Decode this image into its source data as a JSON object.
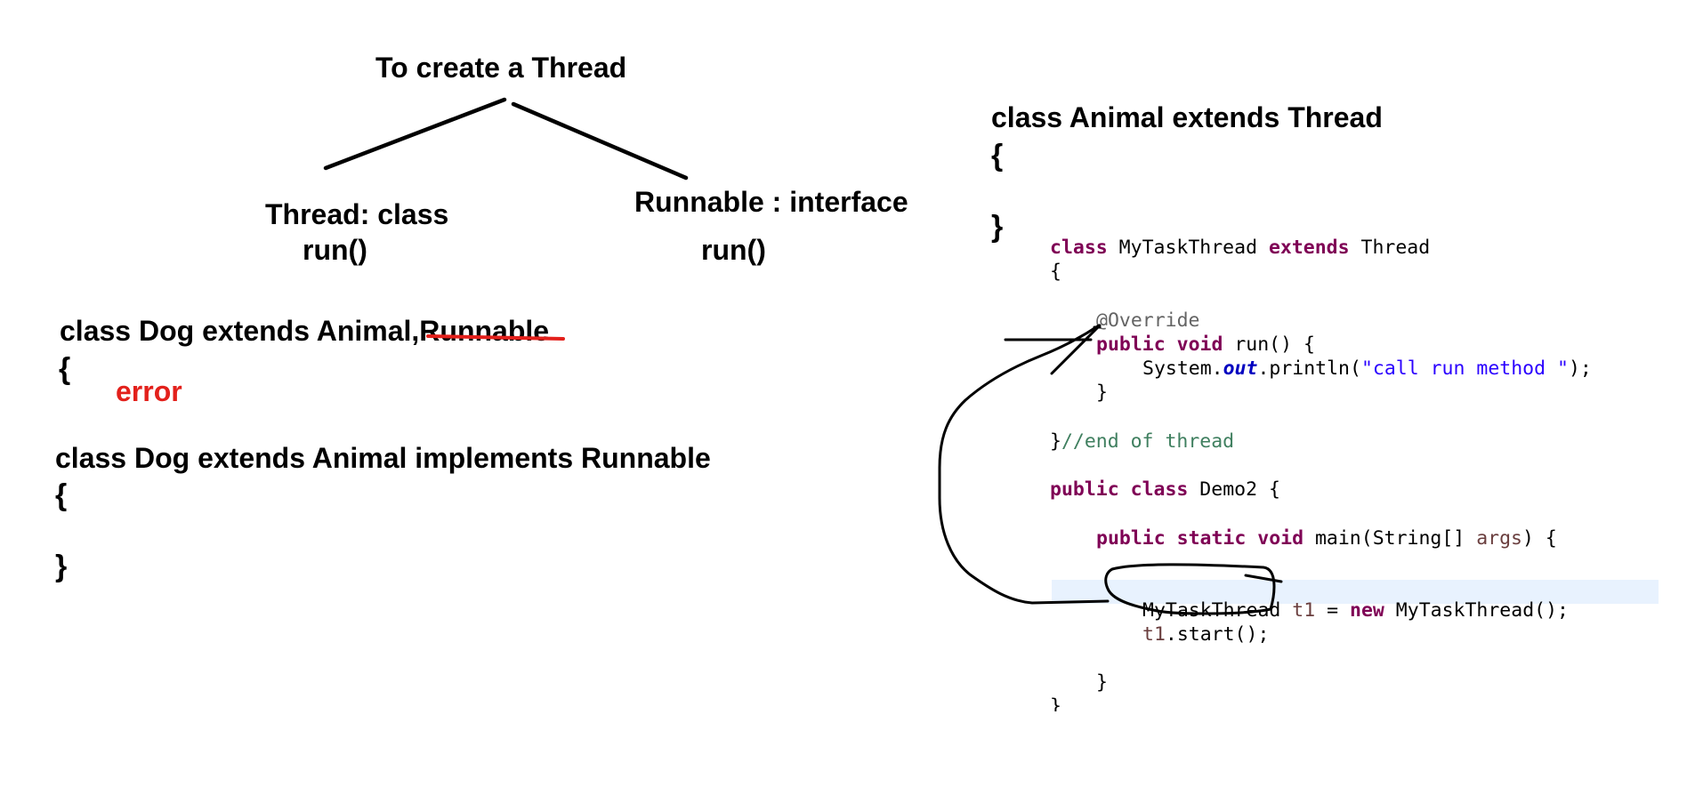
{
  "diagram": {
    "root": "To create a Thread",
    "left_branch": {
      "title": "Thread: class",
      "method": "run()"
    },
    "right_branch": {
      "title": "Runnable : interface",
      "method": "run()"
    }
  },
  "example1": {
    "declaration_prefix": "class Dog extends Animal,",
    "struck_word": "Runnable",
    "open_brace": "{",
    "error_label": "error"
  },
  "example2": {
    "declaration": "class Dog extends Animal implements Runnable",
    "open_brace": "{",
    "close_brace": "}"
  },
  "animal_class": {
    "declaration": "class Animal extends Thread",
    "open_brace": "{",
    "close_brace": "}"
  },
  "code": {
    "l1_kw1": "class",
    "l1_name": " MyTaskThread ",
    "l1_kw2": "extends",
    "l1_super": " Thread",
    "l2": "{",
    "l3_ann": "@Override",
    "l4_kw1": "public",
    "l4_kw2": "void",
    "l4_rest": " run() {",
    "l5_a": "System.",
    "l5_field": "out",
    "l5_b": ".println(",
    "l5_str": "\"call run method \"",
    "l5_c": ");",
    "l6": "}",
    "l7_brace": "}",
    "l7_comment": "//end of thread",
    "l8_kw1": "public",
    "l8_kw2": "class",
    "l8_rest": " Demo2 {",
    "l9_kw1": "public",
    "l9_kw2": "static",
    "l9_kw3": "void",
    "l9_a": " main(String[] ",
    "l9_var": "args",
    "l9_b": ") {",
    "l10_a": "MyTaskThread ",
    "l10_var": "t1",
    "l10_b": " = ",
    "l10_kw": "new",
    "l10_c": " MyTaskThread();",
    "l11_var": "t1",
    "l11_b": ".start();",
    "l12": "}",
    "l13": "}"
  },
  "colors": {
    "ink": "#000000",
    "error_red": "#e3201b",
    "keyword": "#7f0055",
    "string": "#2a00ff",
    "comment": "#3f7f5f",
    "line_highlight": "#e8f2fe"
  }
}
